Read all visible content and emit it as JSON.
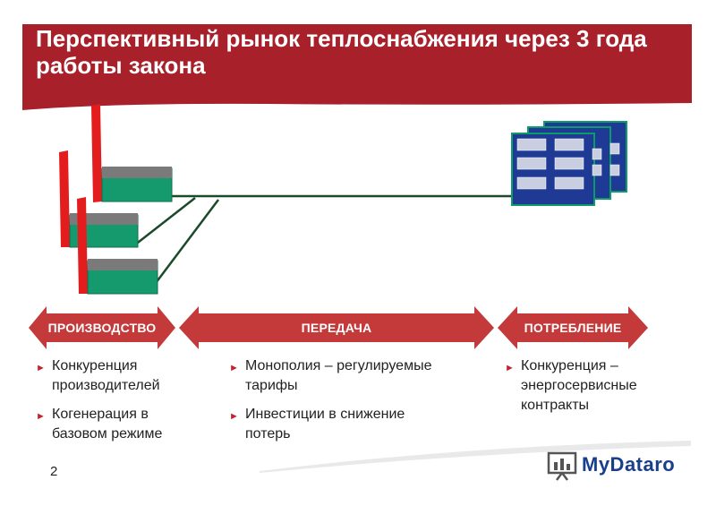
{
  "slide": {
    "title": "Перспективный рынок теплоснабжения через 3 года работы закона",
    "page_number": "2"
  },
  "arrows": [
    {
      "label": "ПРОИЗВОДСТВО"
    },
    {
      "label": "ПЕРЕДАЧА"
    },
    {
      "label": "ПОТРЕБЛЕНИЕ"
    }
  ],
  "columns": [
    {
      "items": [
        "Конкуренция производителей",
        "Когенерация в базовом режиме"
      ]
    },
    {
      "items": [
        "Монополия – регулируемые тарифы",
        "Инвестиции в снижение потерь"
      ]
    },
    {
      "items": [
        "Конкуренция – энергосервисные контракты"
      ]
    }
  ],
  "logo": {
    "text": "MyDataro",
    "icon": "chart-presentation-icon"
  },
  "colors": {
    "banner_red": "#a8202a",
    "arrow_red": "#c43a3a",
    "factory_green": "#159a6e",
    "chimney_red": "#e31d1d",
    "building_blue": "#1f3a94",
    "bullet_red": "#c0242e"
  }
}
